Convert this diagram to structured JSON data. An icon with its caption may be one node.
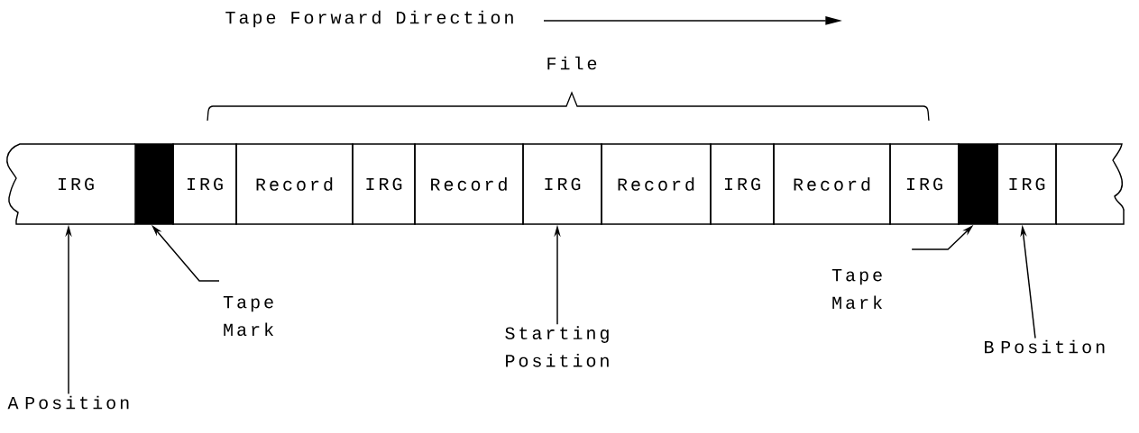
{
  "diagram": {
    "nodes": [
      {
        "text": [
          "IRG"
        ]
      },
      {
        "text": [],
        "shape": "bar"
      },
      {
        "text": [
          "IRG"
        ]
      },
      {
        "text": [
          "Record"
        ]
      },
      {
        "text": [
          "IRG"
        ]
      },
      {
        "text": [
          "Record"
        ]
      },
      {
        "text": [
          "IRG"
        ]
      },
      {
        "text": [
          "Record"
        ]
      },
      {
        "text": [
          "IRG"
        ]
      },
      {
        "text": [
          "Record"
        ]
      },
      {
        "text": [
          "IRG"
        ]
      },
      {
        "text": [],
        "shape": "bar"
      },
      {
        "text": [
          "IRG"
        ]
      },
      {
        "text": [],
        "shape": "box"
      },
      {
        "text": [
          "Tape Mark"
        ]
      },
      {
        "text": [
          "A Position"
        ]
      },
      {
        "text": [
          "Starting Position"
        ]
      },
      {
        "text": [
          "Tape Mark"
        ]
      },
      {
        "text": [
          "B Position"
        ]
      }
    ],
    "edges": [
      {
        "from": 15,
        "to": 0,
        "arrow": "to"
      },
      {
        "from": 14,
        "to": 1,
        "arrow": "to"
      },
      {
        "from": 16,
        "to": 6,
        "arrow": "to"
      },
      {
        "from": 17,
        "to": 11,
        "arrow": "to"
      },
      {
        "from": 18,
        "to": 12,
        "arrow": "to"
      }
    ],
    "labels": [
      "Tape Forward Direction",
      "File"
    ]
  }
}
